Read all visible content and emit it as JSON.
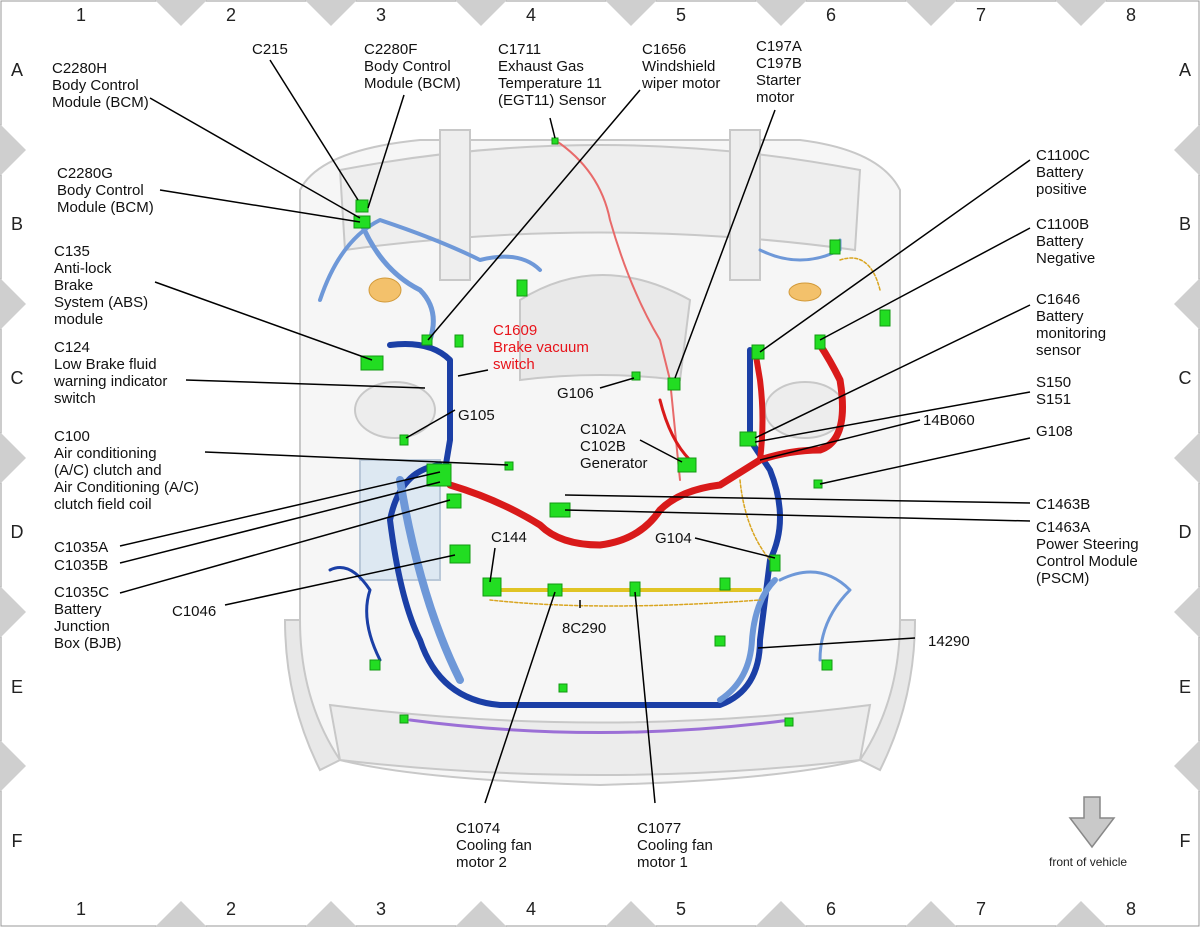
{
  "grid": {
    "columns": [
      "1",
      "2",
      "3",
      "4",
      "5",
      "6",
      "7",
      "8"
    ],
    "rows": [
      "A",
      "B",
      "C",
      "D",
      "E",
      "F"
    ]
  },
  "colors": {
    "wire_dark_blue": "#1b3fa6",
    "wire_light_blue": "#6e98d8",
    "wire_red": "#d91a1a",
    "wire_yellow": "#e0c424",
    "connector_green": "#22dd22",
    "callout_red": "#e8141b",
    "frame_grey": "#cfcfcf"
  },
  "labels": {
    "c2280h": "C2280H\nBody Control\nModule (BCM)",
    "c215": "C215",
    "c2280f": "C2280F\nBody Control\nModule (BCM)",
    "c1711": "C1711\nExhaust Gas\nTemperature 11\n(EGT11) Sensor",
    "c1656": "C1656\nWindshield\nwiper motor",
    "c197": "C197A\nC197B\nStarter\nmotor",
    "c2280g": "C2280G\nBody Control\nModule (BCM)",
    "c1100c": "C1100C\nBattery\npositive",
    "c1100b": "C1100B\nBattery\nNegative",
    "c135": "C135\nAnti-lock\nBrake\nSystem (ABS)\nmodule",
    "c1646": "C1646\nBattery\nmonitoring\nsensor",
    "c124": "C124\nLow Brake fluid\nwarning indicator\nswitch",
    "c1609": "C1609\nBrake vacuum\nswitch",
    "g106": "G106",
    "s150": "S150\nS151",
    "g105": "G105",
    "c102": "C102A\nC102B\nGenerator",
    "b14060": "14B060",
    "g108": "G108",
    "c100": "C100\nAir conditioning\n(A/C) clutch and\nAir Conditioning (A/C)\nclutch field coil",
    "c1463b": "C1463B",
    "c1463a": "C1463A\nPower Steering\nControl Module\n(PSCM)",
    "c1035a": "C1035A",
    "c1035b": "C1035B",
    "c1035c": "C1035C\nBattery\nJunction\nBox (BJB)",
    "c144": "C144",
    "g104": "G104",
    "c1046": "C1046",
    "c8c290": "8C290",
    "l14290": "14290",
    "c1074": "C1074\nCooling fan\nmotor 2",
    "c1077": "C1077\nCooling fan\nmotor 1"
  },
  "front_of_vehicle": "front of vehicle"
}
